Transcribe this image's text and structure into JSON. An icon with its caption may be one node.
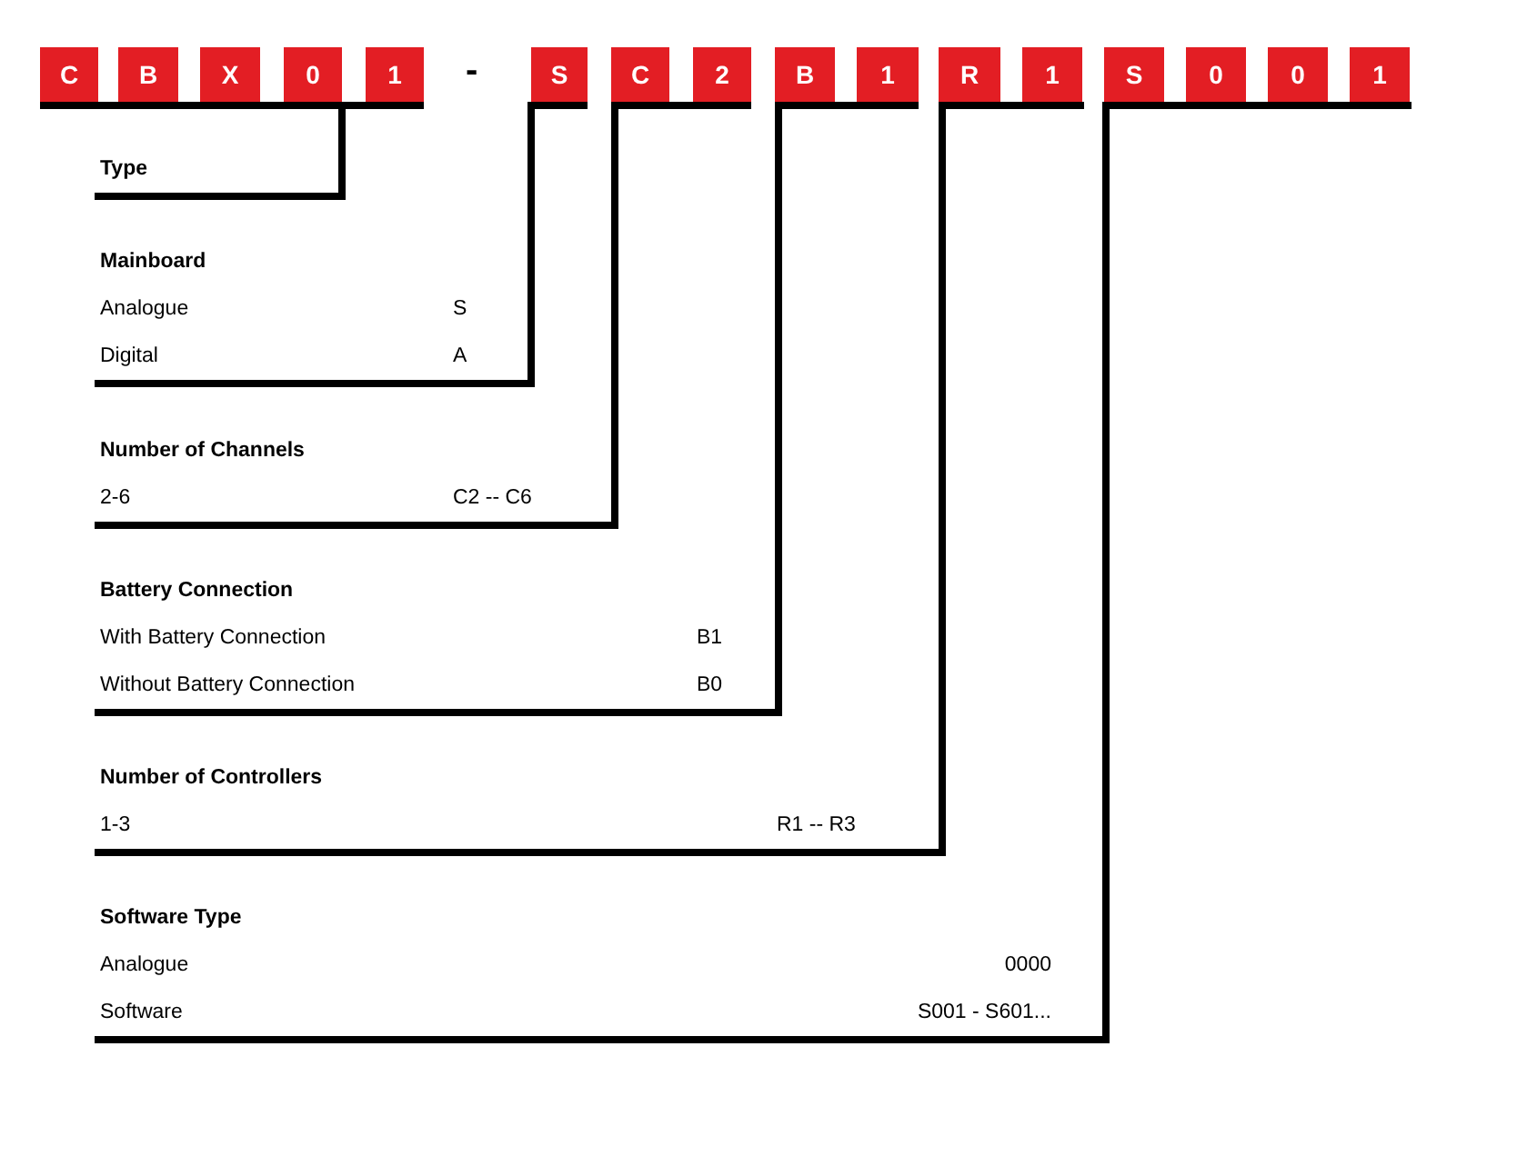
{
  "diagram": {
    "nodes": [
      {
        "text": [
          "C"
        ]
      },
      {
        "text": [
          "B"
        ]
      },
      {
        "text": [
          "X"
        ]
      },
      {
        "text": [
          "0"
        ]
      },
      {
        "text": [
          "1"
        ]
      },
      {
        "text": [
          "S"
        ]
      },
      {
        "text": [
          "C"
        ]
      },
      {
        "text": [
          "2"
        ]
      },
      {
        "text": [
          "B"
        ]
      },
      {
        "text": [
          "1"
        ]
      },
      {
        "text": [
          "R"
        ]
      },
      {
        "text": [
          "1"
        ]
      },
      {
        "text": [
          "S"
        ]
      },
      {
        "text": [
          "0"
        ]
      },
      {
        "text": [
          "0"
        ]
      },
      {
        "text": [
          "1"
        ]
      },
      {
        "text": [
          "Type"
        ]
      },
      {
        "text": [
          "Mainboard",
          "Analogue",
          "S",
          "Digital",
          "A"
        ]
      },
      {
        "text": [
          "Number of Channels",
          "2-6",
          "C2 -- C6"
        ]
      },
      {
        "text": [
          "Battery Connection",
          "With Battery Connection",
          "B1",
          "Without Battery Connection",
          "B0"
        ]
      },
      {
        "text": [
          "Number of Controllers",
          "1-3",
          "R1 -- R3"
        ]
      },
      {
        "text": [
          "Software Type",
          "Analogue",
          "0000",
          "Software",
          "S001 - S601..."
        ]
      }
    ],
    "edges": [
      {
        "from": 3,
        "to": 16,
        "arrow": "none"
      },
      {
        "from": 5,
        "to": 17,
        "arrow": "none"
      },
      {
        "from": 6,
        "to": 18,
        "arrow": "none"
      },
      {
        "from": 8,
        "to": 19,
        "arrow": "none"
      },
      {
        "from": 10,
        "to": 20,
        "arrow": "none"
      },
      {
        "from": 12,
        "to": 21,
        "arrow": "none"
      }
    ],
    "labels": [
      "-"
    ]
  }
}
